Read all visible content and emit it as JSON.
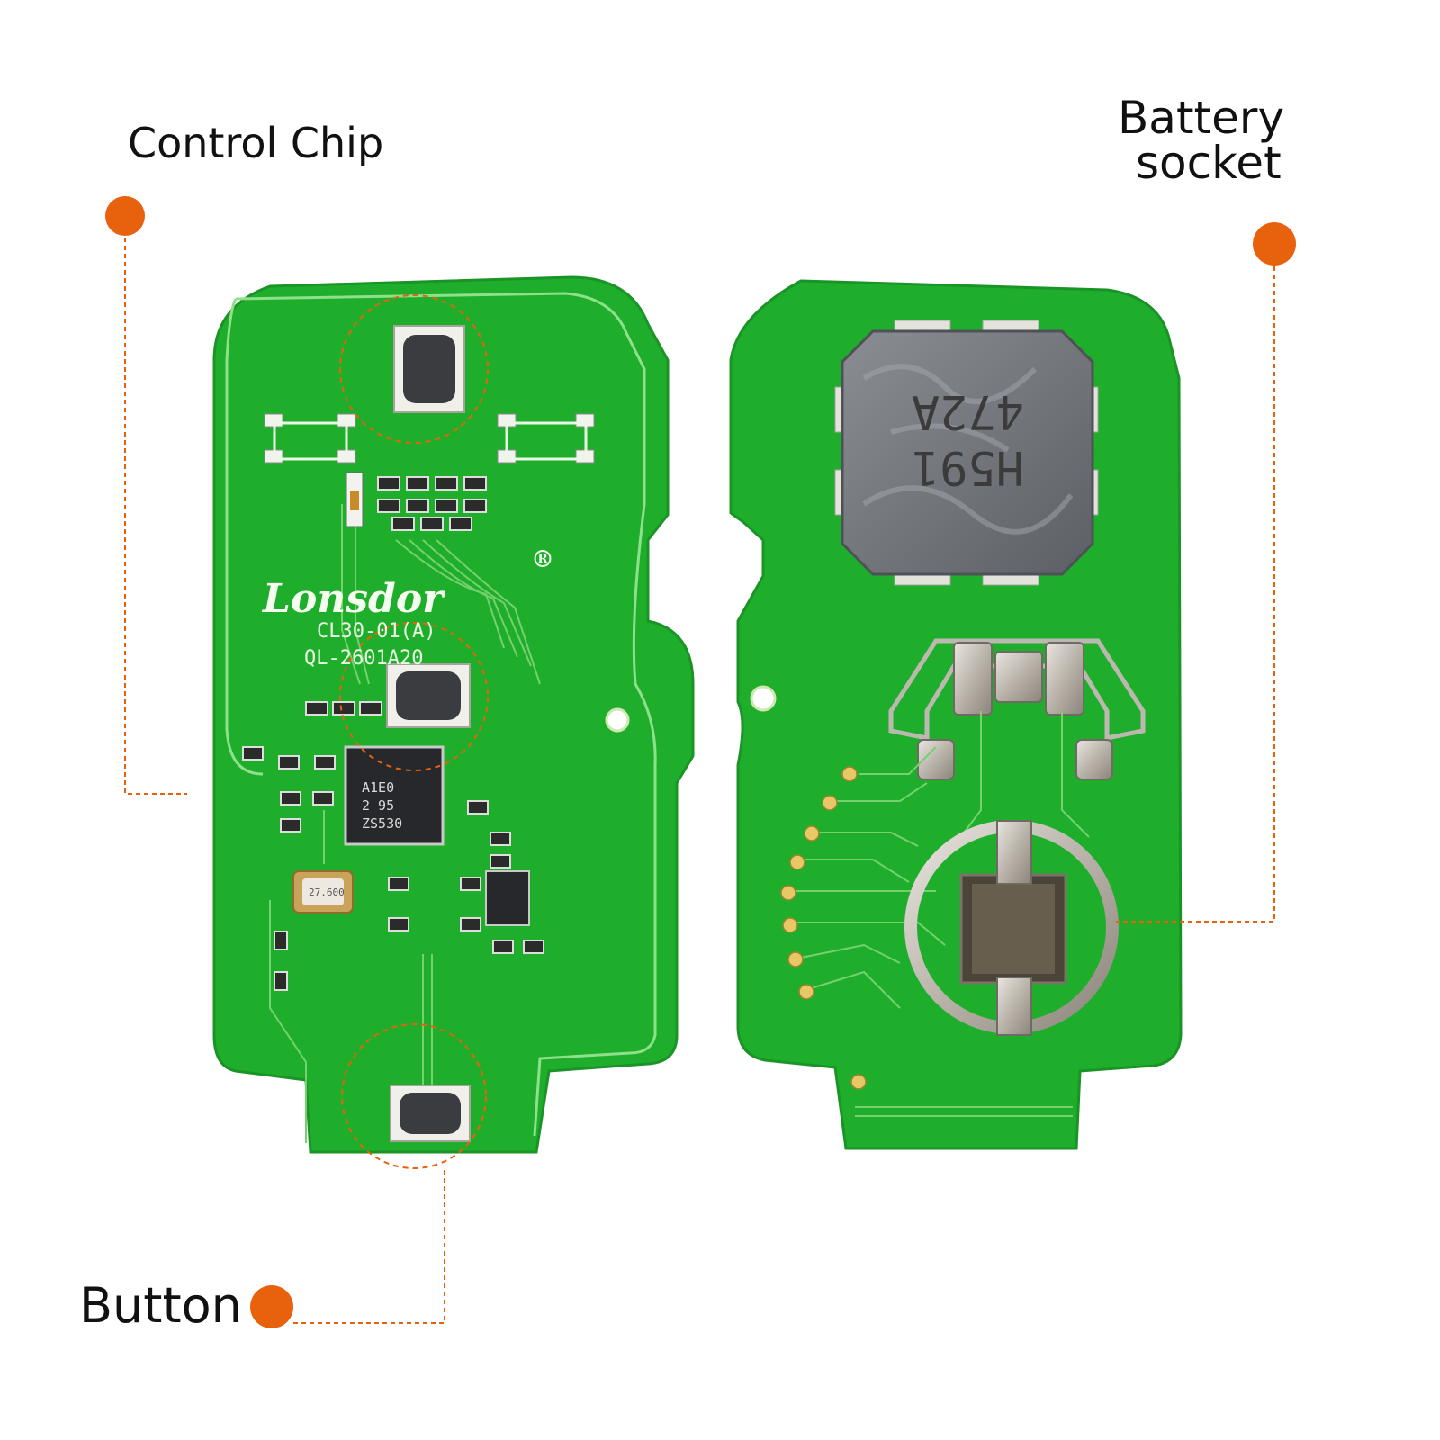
{
  "callouts": {
    "control_chip": "Control Chip",
    "battery_line1": "Battery",
    "battery_line2": "socket",
    "button": "Button"
  },
  "board_front": {
    "brand": "Lonsdor",
    "registered_mark": "®",
    "model_line1": "CL30-01(A)",
    "model_line2": "QL-2601A20",
    "chip_marking": [
      "A1E0",
      "2 95",
      "ZS530"
    ],
    "crystal_marking": "27.600"
  },
  "board_back": {
    "coil_line1": "H591",
    "coil_line2": "472A"
  },
  "colors": {
    "accent_dot": "#e8620e",
    "leader_line": "#e8620e",
    "pcb_green": "#1fae2c",
    "pcb_edge": "#22b531",
    "silkscreen": "#e9f9e4"
  }
}
